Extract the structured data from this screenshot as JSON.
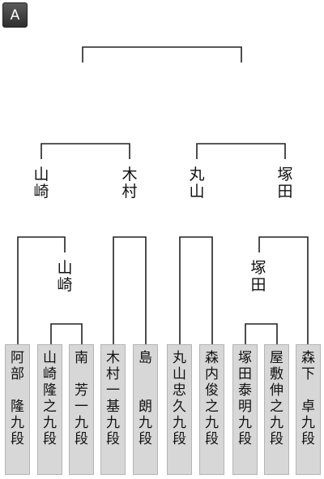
{
  "block_label": "A",
  "semifinal_winners": [
    {
      "name": "山崎",
      "chars": [
        "山",
        "崎"
      ]
    },
    {
      "name": "木村",
      "chars": [
        "木",
        "村"
      ]
    },
    {
      "name": "丸山",
      "chars": [
        "丸",
        "山"
      ]
    },
    {
      "name": "塚田",
      "chars": [
        "塚",
        "田"
      ]
    }
  ],
  "first_round_winners": [
    {
      "name": "山崎",
      "chars": [
        "山",
        "崎"
      ]
    },
    {
      "name": "塚田",
      "chars": [
        "塚",
        "田"
      ]
    }
  ],
  "players": [
    {
      "name": "阿部 隆九段",
      "chars": [
        "阿",
        "部",
        "",
        "隆",
        "九",
        "段"
      ]
    },
    {
      "name": "山崎隆之九段",
      "chars": [
        "山",
        "崎",
        "隆",
        "之",
        "九",
        "段"
      ]
    },
    {
      "name": "南 芳一九段",
      "chars": [
        "南",
        "",
        "芳",
        "一",
        "九",
        "段"
      ]
    },
    {
      "name": "木村一基九段",
      "chars": [
        "木",
        "村",
        "一",
        "基",
        "九",
        "段"
      ]
    },
    {
      "name": "島 朗九段",
      "chars": [
        "島",
        "",
        "",
        "朗",
        "九",
        "段"
      ]
    },
    {
      "name": "丸山忠久九段",
      "chars": [
        "丸",
        "山",
        "忠",
        "久",
        "九",
        "段"
      ]
    },
    {
      "name": "森内俊之九段",
      "chars": [
        "森",
        "内",
        "俊",
        "之",
        "九",
        "段"
      ]
    },
    {
      "name": "塚田泰明九段",
      "chars": [
        "塚",
        "田",
        "泰",
        "明",
        "九",
        "段"
      ]
    },
    {
      "name": "屋敷伸之九段",
      "chars": [
        "屋",
        "敷",
        "伸",
        "之",
        "九",
        "段"
      ]
    },
    {
      "name": "森下 卓九段",
      "chars": [
        "森",
        "下",
        "",
        "卓",
        "九",
        "段"
      ]
    }
  ]
}
